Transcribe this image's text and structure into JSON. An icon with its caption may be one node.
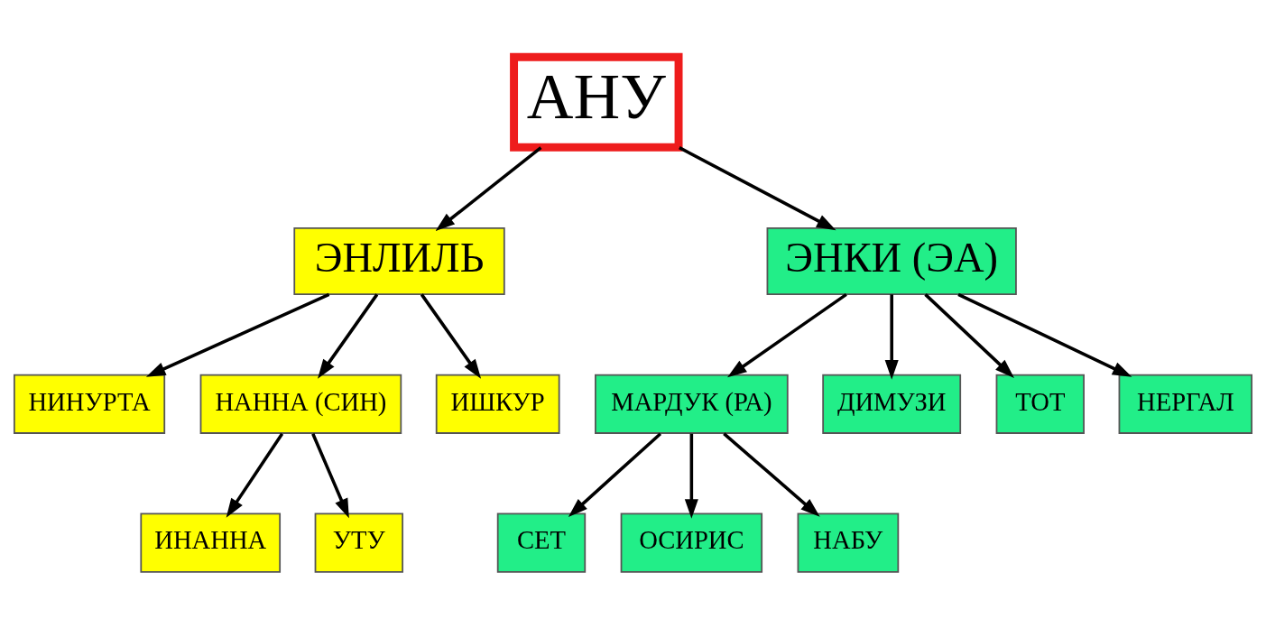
{
  "diagram": {
    "nodes": [
      {
        "text": [
          "АНУ"
        ]
      },
      {
        "text": [
          "ЭНЛИЛЬ"
        ]
      },
      {
        "text": [
          "ЭНКИ (ЭА)"
        ]
      },
      {
        "text": [
          "НИНУРТА"
        ]
      },
      {
        "text": [
          "НАННА (СИН)"
        ]
      },
      {
        "text": [
          "ИШКУР"
        ]
      },
      {
        "text": [
          "МАРДУК (РА)"
        ]
      },
      {
        "text": [
          "ДИМУЗИ"
        ]
      },
      {
        "text": [
          "ТОТ"
        ]
      },
      {
        "text": [
          "НЕРГАЛ"
        ]
      },
      {
        "text": [
          "ИНАННА"
        ]
      },
      {
        "text": [
          "УТУ"
        ]
      },
      {
        "text": [
          "СЕТ"
        ]
      },
      {
        "text": [
          "ОСИРИС"
        ]
      },
      {
        "text": [
          "НАБУ"
        ]
      }
    ],
    "edges": [
      {
        "from": 0,
        "to": 1,
        "arrow": "to"
      },
      {
        "from": 0,
        "to": 2,
        "arrow": "to"
      },
      {
        "from": 1,
        "to": 3,
        "arrow": "to"
      },
      {
        "from": 1,
        "to": 4,
        "arrow": "to"
      },
      {
        "from": 1,
        "to": 5,
        "arrow": "to"
      },
      {
        "from": 2,
        "to": 6,
        "arrow": "to"
      },
      {
        "from": 2,
        "to": 7,
        "arrow": "to"
      },
      {
        "from": 2,
        "to": 8,
        "arrow": "to"
      },
      {
        "from": 2,
        "to": 9,
        "arrow": "to"
      },
      {
        "from": 4,
        "to": 10,
        "arrow": "to"
      },
      {
        "from": 4,
        "to": 11,
        "arrow": "to"
      },
      {
        "from": 6,
        "to": 12,
        "arrow": "to"
      },
      {
        "from": 6,
        "to": 13,
        "arrow": "to"
      },
      {
        "from": 6,
        "to": 14,
        "arrow": "to"
      }
    ]
  }
}
